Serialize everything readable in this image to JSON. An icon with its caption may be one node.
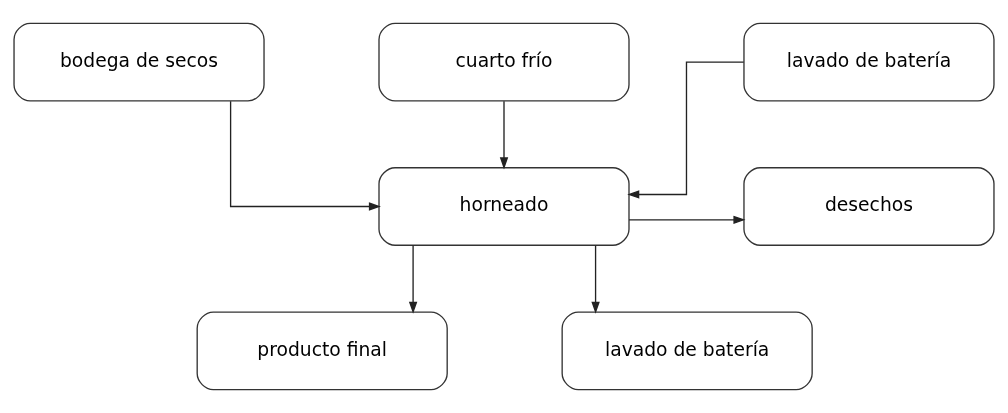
{
  "diagram": {
    "nodes": [
      {
        "text": [
          "bodega de secos"
        ]
      },
      {
        "text": [
          "cuarto frío"
        ]
      },
      {
        "text": [
          "lavado de batería"
        ]
      },
      {
        "text": [
          "horneado"
        ]
      },
      {
        "text": [
          "desechos"
        ]
      },
      {
        "text": [
          "producto final"
        ]
      },
      {
        "text": [
          "lavado de batería"
        ]
      }
    ],
    "edges": [
      {
        "from": 0,
        "to": 3,
        "arrow": "to"
      },
      {
        "from": 1,
        "to": 3,
        "arrow": "to"
      },
      {
        "from": 2,
        "to": 3,
        "arrow": "to"
      },
      {
        "from": 3,
        "to": 5,
        "arrow": "to"
      },
      {
        "from": 3,
        "to": 6,
        "arrow": "to"
      },
      {
        "from": 3,
        "to": 4,
        "arrow": "to"
      }
    ]
  }
}
